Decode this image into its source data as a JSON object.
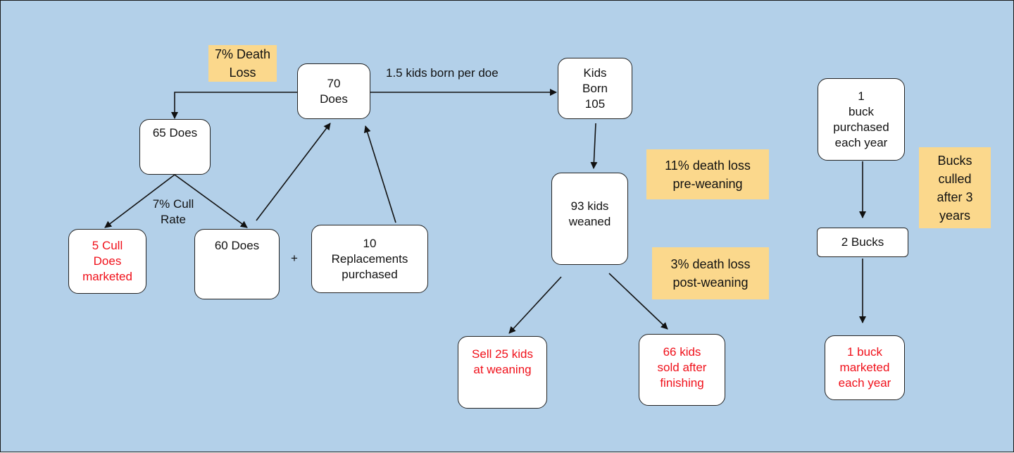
{
  "colors": {
    "background": "#b3d0e9",
    "note": "#fbd88c",
    "sold": "#f0101a",
    "box": "#ffffff"
  },
  "nodes": {
    "does_70": "70\nDoes",
    "does_65": "65 Does",
    "cull_does": "5 Cull\nDoes\nmarketed",
    "does_60": "60 Does",
    "replacements": "10\nReplacements\npurchased",
    "kids_born": "Kids\nBorn\n105",
    "kids_weaned": "93 kids\nweaned",
    "sell_weaning": "Sell 25 kids\nat weaning",
    "sold_finishing": "66 kids\nsold after\nfinishing",
    "buck_purchased": "1\nbuck\npurchased\neach year",
    "bucks": "2 Bucks",
    "buck_marketed": "1 buck\nmarketed\neach year"
  },
  "notes": {
    "death_loss_does": "7% Death\nLoss",
    "pre_weaning": "11% death loss\npre-weaning",
    "post_weaning": "3% death loss\npost-weaning",
    "bucks_culled": "Bucks\nculled\nafter 3\nyears"
  },
  "labels": {
    "kids_per_doe": "1.5 kids born per doe",
    "cull_rate": "7% Cull\nRate",
    "plus": "+"
  }
}
